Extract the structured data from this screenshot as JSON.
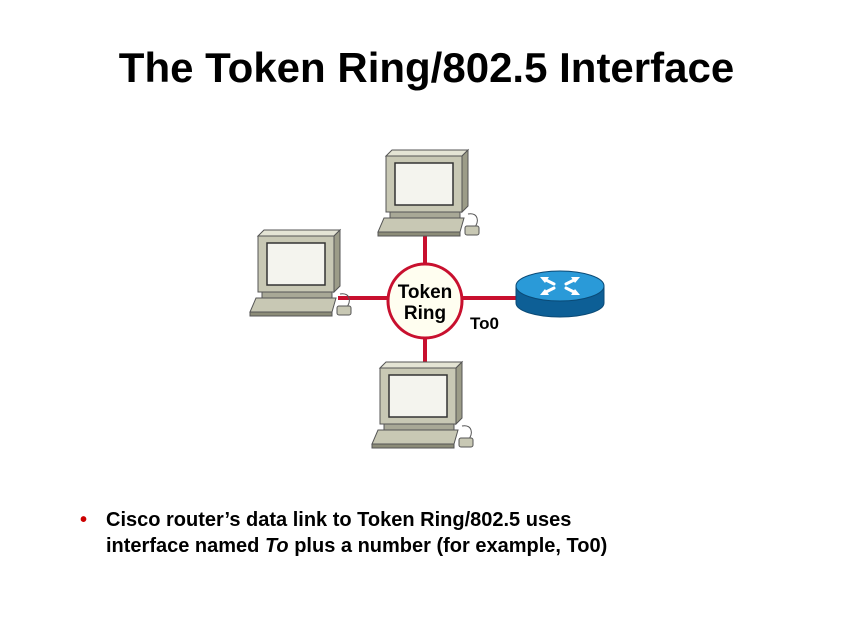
{
  "title": "The Token Ring/802.5 Interface",
  "diagram": {
    "ring_label_line1": "Token",
    "ring_label_line2": "Ring",
    "port_label": "To0",
    "computers": [
      "top",
      "left",
      "bottom"
    ],
    "router": "router-icon",
    "colors": {
      "link": "#c8102e",
      "ring_fill": "#fffef0",
      "ring_border": "#c8102e",
      "router": "#1e88c8",
      "pc_case": "#c8c8b4"
    }
  },
  "bullets": [
    {
      "line1": "Cisco router’s data link to Token Ring/802.5 uses",
      "line2_pre": "interface named ",
      "line2_italic": "To",
      "line2_post": " plus a number (for example, To0)"
    }
  ]
}
